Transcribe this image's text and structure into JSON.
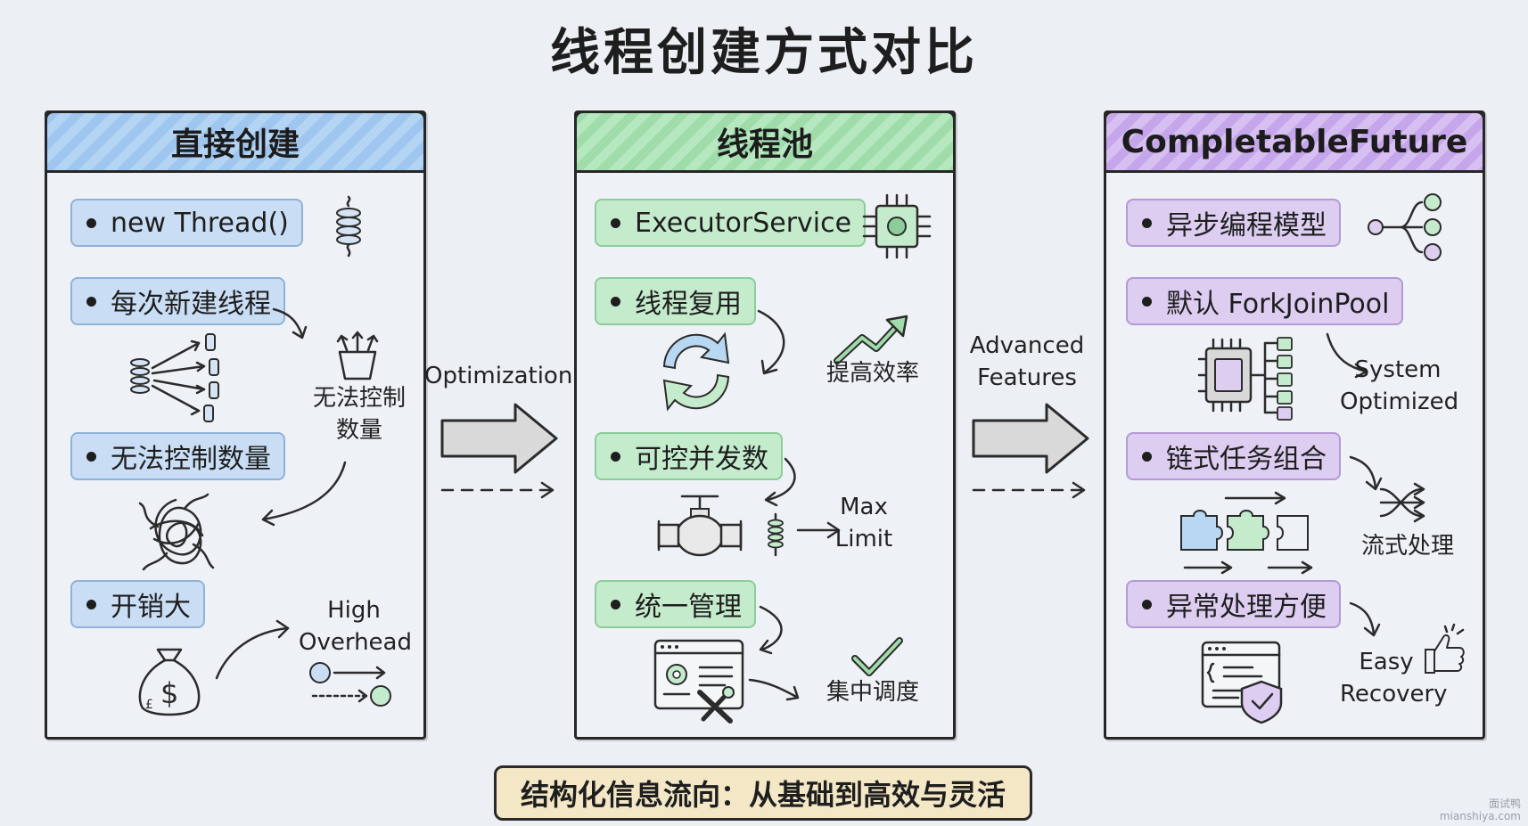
{
  "title": "线程创建方式对比",
  "panels": [
    {
      "header": "直接创建",
      "items": [
        "new Thread()",
        "每次新建线程",
        "无法控制数量",
        "开销大"
      ],
      "notes": {
        "uncontrolled": "无法控制\n数量",
        "overhead": "High\nOverhead"
      }
    },
    {
      "header": "线程池",
      "items": [
        "ExecutorService",
        "线程复用",
        "可控并发数",
        "统一管理"
      ],
      "notes": {
        "efficiency": "提高效率",
        "limit": "Max\nLimit",
        "schedule": "集中调度"
      }
    },
    {
      "header": "CompletableFuture",
      "items": [
        "异步编程模型",
        "默认 ForkJoinPool",
        "链式任务组合",
        "异常处理方便"
      ],
      "notes": {
        "system": "System\nOptimized",
        "flow": "流式处理",
        "recovery": "Easy\nRecovery"
      }
    }
  ],
  "transitions": {
    "first": "Optimization",
    "second": "Advanced\nFeatures"
  },
  "footer": "结构化信息流向：从基础到高效与灵活",
  "watermark": "面试鸭\nmianshiya.com",
  "colors": {
    "blue": "#b4d4f4",
    "green": "#b6e8bf",
    "purple": "#d7bff2",
    "footer": "#f3e7c6"
  }
}
